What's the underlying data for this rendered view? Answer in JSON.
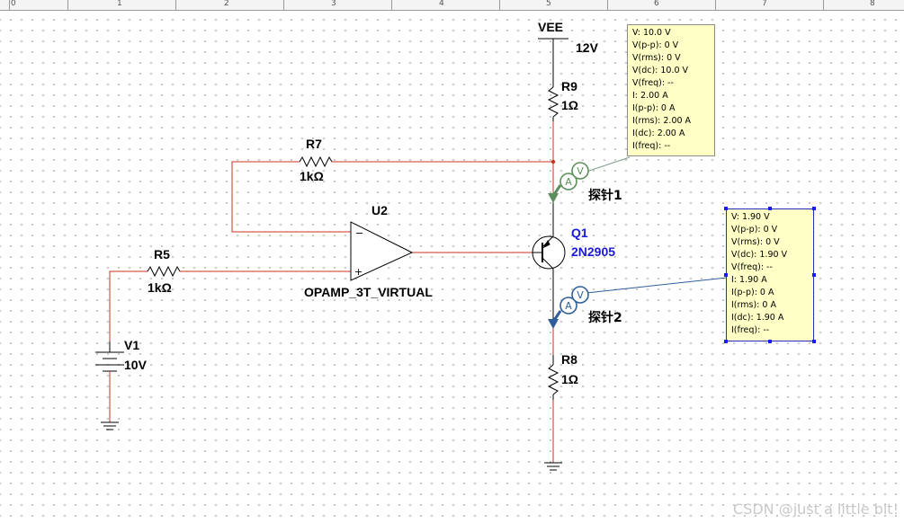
{
  "ruler": {
    "numbers": [
      "0",
      "1",
      "2",
      "3",
      "4",
      "5",
      "6",
      "7",
      "8"
    ]
  },
  "components": {
    "vee": {
      "name": "VEE",
      "value": "12V"
    },
    "r9": {
      "name": "R9",
      "value": "1Ω"
    },
    "r7": {
      "name": "R7",
      "value": "1kΩ"
    },
    "u2": {
      "name": "U2",
      "model": "OPAMP_3T_VIRTUAL",
      "minus": "−",
      "plus": "+"
    },
    "r5": {
      "name": "R5",
      "value": "1kΩ"
    },
    "v1": {
      "name": "V1",
      "value": "10V"
    },
    "q1": {
      "name": "Q1",
      "model": "2N2905"
    },
    "r8": {
      "name": "R8",
      "value": "1Ω"
    }
  },
  "probes": [
    {
      "label": "探针1",
      "symbol": "A",
      "v_symbol": "V",
      "readings": [
        "V: 10.0 V",
        "V(p-p): 0 V",
        "V(rms): 0 V",
        "V(dc): 10.0 V",
        "V(freq): --",
        "I: 2.00 A",
        "I(p-p): 0 A",
        "I(rms): 2.00 A",
        "I(dc): 2.00 A",
        "I(freq): --"
      ]
    },
    {
      "label": "探针2",
      "symbol": "A",
      "v_symbol": "V",
      "readings": [
        "V: 1.90 V",
        "V(p-p): 0 V",
        "V(rms): 0 V",
        "V(dc): 1.90 V",
        "V(freq): --",
        "I: 1.90 A",
        "I(p-p): 0 A",
        "I(rms): 0 A",
        "I(dc): 1.90 A",
        "I(freq): --"
      ]
    }
  ],
  "colors": {
    "wire": "#c8321e",
    "component": "#000000",
    "probe1": "#5b8f5b",
    "probe2": "#2f5f9a",
    "probe_box": "#ffffc6",
    "label_blue": "#1a1ad6"
  },
  "watermark": "CSDN @just a little bit!"
}
